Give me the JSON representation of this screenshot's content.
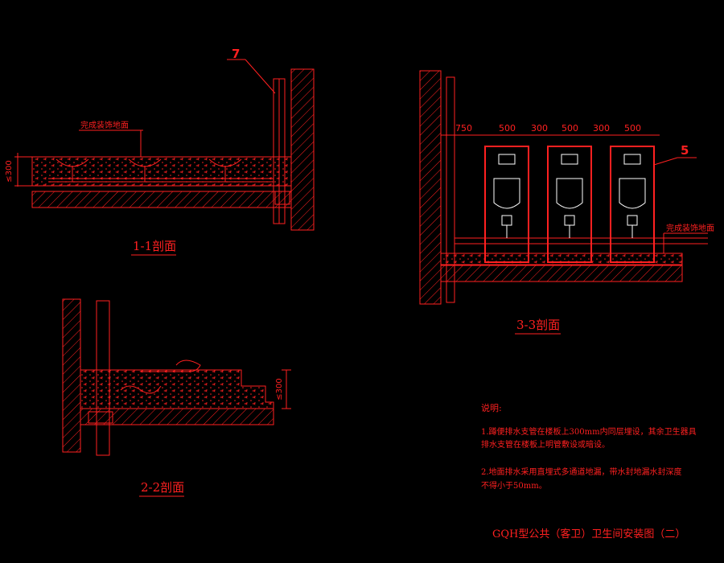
{
  "sections": {
    "s11": {
      "title": "1-1剖面",
      "floor_note": "完成装饰地面",
      "callout": "7",
      "dim": "≤300"
    },
    "s22": {
      "title": "2-2剖面",
      "dim": "≤300"
    },
    "s33": {
      "title": "3-3剖面",
      "floor_note": "完成装饰地面",
      "callout": "5",
      "dims": [
        "750",
        "500",
        "300",
        "500",
        "300",
        "500"
      ]
    }
  },
  "notes": {
    "heading": "说明:",
    "n1_line1": "1.蹲便排水支管在楼板上300mm内同层埋设，其余卫生器具",
    "n1_line2": "排水支管在楼板上明管敷设或暗设。",
    "n2_line1": "2.地面排水采用直埋式多通道地漏，带水封地漏水封深度",
    "n2_line2": "不得小于50mm。"
  },
  "drawing_title": "GQH型公共（客卫）卫生间安装图（二）"
}
